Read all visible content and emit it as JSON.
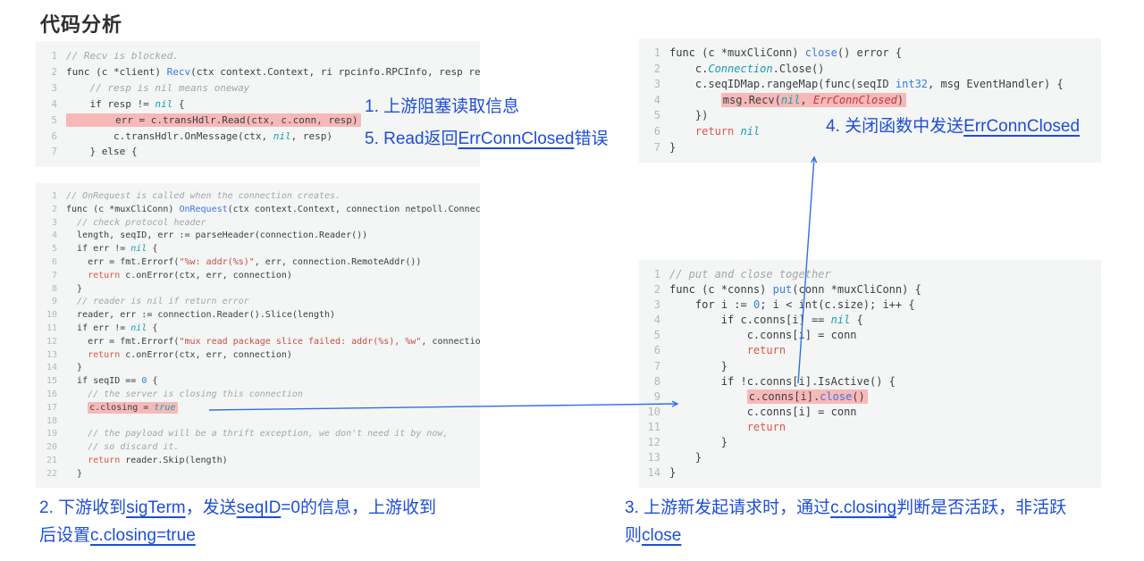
{
  "page": {
    "title": "代码分析"
  },
  "colors": {
    "annotation_blue": "#1d4ed8",
    "arrow_blue": "#2f6fe4",
    "code_background": "#f4f5f5",
    "highlight_pink": "#f7b9b7",
    "comment_gray": "#a3a6ab",
    "string_red": "#c25043",
    "number_blue": "#2f7fe8",
    "function_blue": "#3b78e7",
    "literal_teal": "#13a0b0",
    "error_token_red": "#c03546",
    "line_number_gray": "#b4b9be",
    "code_text": "#3a3f45"
  },
  "code_blocks": [
    {
      "name": "recv",
      "lines": [
        {
          "n": 1,
          "ind": 0,
          "hl": 0,
          "toks": [
            [
              "cmt",
              "// Recv is blocked."
            ]
          ]
        },
        {
          "n": 2,
          "ind": 0,
          "hl": 0,
          "toks": [
            [
              "kw",
              "func"
            ],
            [
              "txt",
              " (c *client) "
            ],
            [
              "fn",
              "Recv"
            ],
            [
              "txt",
              "(ctx context.Context, ri rpcinfo.RPCInfo, resp re"
            ]
          ]
        },
        {
          "n": 3,
          "ind": 4,
          "hl": 0,
          "toks": [
            [
              "cmt",
              "// resp is nil means oneway"
            ]
          ]
        },
        {
          "n": 4,
          "ind": 4,
          "hl": 0,
          "toks": [
            [
              "kw",
              "if"
            ],
            [
              "txt",
              " resp != "
            ],
            [
              "lit",
              "nil"
            ],
            [
              "txt",
              " {"
            ]
          ]
        },
        {
          "n": 5,
          "ind": 8,
          "hl": 2,
          "toks": [
            [
              "txt",
              "err = c.transHdlr.Read(ctx, c.conn, resp)"
            ]
          ]
        },
        {
          "n": 6,
          "ind": 8,
          "hl": 0,
          "toks": [
            [
              "txt",
              "c.transHdlr.OnMessage(ctx, "
            ],
            [
              "lit",
              "nil"
            ],
            [
              "txt",
              ", resp)"
            ]
          ]
        },
        {
          "n": 7,
          "ind": 4,
          "hl": 0,
          "toks": [
            [
              "txt",
              "} "
            ],
            [
              "kw",
              "else"
            ],
            [
              "txt",
              " {"
            ]
          ]
        }
      ]
    },
    {
      "name": "close",
      "lines": [
        {
          "n": 1,
          "ind": 0,
          "hl": 0,
          "toks": [
            [
              "kw",
              "func"
            ],
            [
              "txt",
              " (c *muxCliConn) "
            ],
            [
              "fn",
              "close"
            ],
            [
              "txt",
              "() error {"
            ]
          ]
        },
        {
          "n": 2,
          "ind": 4,
          "hl": 0,
          "toks": [
            [
              "txt",
              "c."
            ],
            [
              "lit",
              "Connection"
            ],
            [
              "txt",
              ".Close()"
            ]
          ]
        },
        {
          "n": 3,
          "ind": 4,
          "hl": 0,
          "toks": [
            [
              "txt",
              "c.seqIDMap.rangeMap("
            ],
            [
              "kw",
              "func"
            ],
            [
              "txt",
              "(seqID "
            ],
            [
              "num",
              "int32"
            ],
            [
              "txt",
              ", msg EventHandler) {"
            ]
          ]
        },
        {
          "n": 4,
          "ind": 8,
          "hl": 1,
          "toks": [
            [
              "txt",
              "msg.Recv("
            ],
            [
              "lit",
              "nil"
            ],
            [
              "txt",
              ", "
            ],
            [
              "err",
              "ErrConnClosed"
            ],
            [
              "txt",
              ")"
            ]
          ]
        },
        {
          "n": 5,
          "ind": 4,
          "hl": 0,
          "toks": [
            [
              "txt",
              "})"
            ]
          ]
        },
        {
          "n": 6,
          "ind": 4,
          "hl": 0,
          "toks": [
            [
              "ret",
              "return"
            ],
            [
              "txt",
              " "
            ],
            [
              "lit",
              "nil"
            ]
          ]
        },
        {
          "n": 7,
          "ind": 0,
          "hl": 0,
          "toks": [
            [
              "txt",
              "}"
            ]
          ]
        }
      ]
    },
    {
      "name": "onrequest",
      "lines": [
        {
          "n": 1,
          "ind": 0,
          "hl": 0,
          "toks": [
            [
              "cmt",
              "// OnRequest is called when the connection creates."
            ]
          ]
        },
        {
          "n": 2,
          "ind": 0,
          "hl": 0,
          "toks": [
            [
              "kw",
              "func"
            ],
            [
              "txt",
              " (c *muxCliConn) "
            ],
            [
              "fn",
              "OnRequest"
            ],
            [
              "txt",
              "(ctx context.Context, connection netpoll.Connect"
            ]
          ]
        },
        {
          "n": 3,
          "ind": 2,
          "hl": 0,
          "toks": [
            [
              "cmt",
              "// check protocol header"
            ]
          ]
        },
        {
          "n": 4,
          "ind": 2,
          "hl": 0,
          "toks": [
            [
              "txt",
              "length, seqID, err := parseHeader(connection.Reader())"
            ]
          ]
        },
        {
          "n": 5,
          "ind": 2,
          "hl": 0,
          "toks": [
            [
              "kw",
              "if"
            ],
            [
              "txt",
              " err != "
            ],
            [
              "lit",
              "nil"
            ],
            [
              "txt",
              " {"
            ]
          ]
        },
        {
          "n": 6,
          "ind": 4,
          "hl": 0,
          "toks": [
            [
              "txt",
              "err = fmt.Errorf("
            ],
            [
              "str",
              "\"%w: addr(%s)\""
            ],
            [
              "txt",
              ", err, connection.RemoteAddr())"
            ]
          ]
        },
        {
          "n": 7,
          "ind": 4,
          "hl": 0,
          "toks": [
            [
              "ret",
              "return"
            ],
            [
              "txt",
              " c.onError(ctx, err, connection)"
            ]
          ]
        },
        {
          "n": 8,
          "ind": 2,
          "hl": 0,
          "toks": [
            [
              "txt",
              "}"
            ]
          ]
        },
        {
          "n": 9,
          "ind": 2,
          "hl": 0,
          "toks": [
            [
              "cmt",
              "// reader is nil if return error"
            ]
          ]
        },
        {
          "n": 10,
          "ind": 2,
          "hl": 0,
          "toks": [
            [
              "txt",
              "reader, err := connection.Reader().Slice(length)"
            ]
          ]
        },
        {
          "n": 11,
          "ind": 2,
          "hl": 0,
          "toks": [
            [
              "kw",
              "if"
            ],
            [
              "txt",
              " err != "
            ],
            [
              "lit",
              "nil"
            ],
            [
              "txt",
              " {"
            ]
          ]
        },
        {
          "n": 12,
          "ind": 4,
          "hl": 0,
          "toks": [
            [
              "txt",
              "err = fmt.Errorf("
            ],
            [
              "str",
              "\"mux read package slice failed: addr(%s), %w\""
            ],
            [
              "txt",
              ", connectio"
            ]
          ]
        },
        {
          "n": 13,
          "ind": 4,
          "hl": 0,
          "toks": [
            [
              "ret",
              "return"
            ],
            [
              "txt",
              " c.onError(ctx, err, connection)"
            ]
          ]
        },
        {
          "n": 14,
          "ind": 2,
          "hl": 0,
          "toks": [
            [
              "txt",
              "}"
            ]
          ]
        },
        {
          "n": 15,
          "ind": 2,
          "hl": 0,
          "toks": [
            [
              "kw",
              "if"
            ],
            [
              "txt",
              " seqID == "
            ],
            [
              "num",
              "0"
            ],
            [
              "txt",
              " {"
            ]
          ]
        },
        {
          "n": 16,
          "ind": 4,
          "hl": 0,
          "toks": [
            [
              "cmt",
              "// the server is closing this connection"
            ]
          ]
        },
        {
          "n": 17,
          "ind": 4,
          "hl": 1,
          "toks": [
            [
              "txt",
              "c.closing = "
            ],
            [
              "lit",
              "true"
            ]
          ]
        },
        {
          "n": 18,
          "ind": 0,
          "hl": 0,
          "toks": []
        },
        {
          "n": 19,
          "ind": 4,
          "hl": 0,
          "toks": [
            [
              "cmt",
              "// the payload will be a thrift exception, we don't need it by now,"
            ]
          ]
        },
        {
          "n": 20,
          "ind": 4,
          "hl": 0,
          "toks": [
            [
              "cmt",
              "// so discard it."
            ]
          ]
        },
        {
          "n": 21,
          "ind": 4,
          "hl": 0,
          "toks": [
            [
              "ret",
              "return"
            ],
            [
              "txt",
              " reader.Skip(length)"
            ]
          ]
        },
        {
          "n": 22,
          "ind": 2,
          "hl": 0,
          "toks": [
            [
              "txt",
              "}"
            ]
          ]
        }
      ]
    },
    {
      "name": "put",
      "lines": [
        {
          "n": 1,
          "ind": 0,
          "hl": 0,
          "toks": [
            [
              "cmt",
              "// put and close together"
            ]
          ]
        },
        {
          "n": 2,
          "ind": 0,
          "hl": 0,
          "toks": [
            [
              "kw",
              "func"
            ],
            [
              "txt",
              " (c *conns) "
            ],
            [
              "fn",
              "put"
            ],
            [
              "txt",
              "(conn *muxCliConn) {"
            ]
          ]
        },
        {
          "n": 3,
          "ind": 4,
          "hl": 0,
          "toks": [
            [
              "kw",
              "for"
            ],
            [
              "txt",
              " i := "
            ],
            [
              "num",
              "0"
            ],
            [
              "txt",
              "; i < int(c.size); i++ {"
            ]
          ]
        },
        {
          "n": 4,
          "ind": 8,
          "hl": 0,
          "toks": [
            [
              "kw",
              "if"
            ],
            [
              "txt",
              " c.conns[i] == "
            ],
            [
              "lit",
              "nil"
            ],
            [
              "txt",
              " {"
            ]
          ]
        },
        {
          "n": 5,
          "ind": 12,
          "hl": 0,
          "toks": [
            [
              "txt",
              "c.conns[i] = conn"
            ]
          ]
        },
        {
          "n": 6,
          "ind": 12,
          "hl": 0,
          "toks": [
            [
              "ret",
              "return"
            ]
          ]
        },
        {
          "n": 7,
          "ind": 8,
          "hl": 0,
          "toks": [
            [
              "txt",
              "}"
            ]
          ]
        },
        {
          "n": 8,
          "ind": 8,
          "hl": 0,
          "toks": [
            [
              "kw",
              "if"
            ],
            [
              "txt",
              " !c.conns[i].IsActive() {"
            ]
          ]
        },
        {
          "n": 9,
          "ind": 12,
          "hl": 1,
          "toks": [
            [
              "txt",
              "c.conns[i]."
            ],
            [
              "fn",
              "close"
            ],
            [
              "txt",
              "()"
            ]
          ]
        },
        {
          "n": 10,
          "ind": 12,
          "hl": 0,
          "toks": [
            [
              "txt",
              "c.conns[i] = conn"
            ]
          ]
        },
        {
          "n": 11,
          "ind": 12,
          "hl": 0,
          "toks": [
            [
              "ret",
              "return"
            ]
          ]
        },
        {
          "n": 12,
          "ind": 8,
          "hl": 0,
          "toks": [
            [
              "txt",
              "}"
            ]
          ]
        },
        {
          "n": 13,
          "ind": 4,
          "hl": 0,
          "toks": [
            [
              "txt",
              "}"
            ]
          ]
        },
        {
          "n": 14,
          "ind": 0,
          "hl": 0,
          "toks": [
            [
              "txt",
              "}"
            ]
          ]
        }
      ]
    }
  ],
  "annotations": [
    {
      "id": "step-1",
      "segments": [
        {
          "t": "1. 上游阻塞读取信息"
        }
      ]
    },
    {
      "id": "step-5",
      "segments": [
        {
          "t": "5. Read返回"
        },
        {
          "t": "ErrConnClosed",
          "u": true
        },
        {
          "t": "错误"
        }
      ]
    },
    {
      "id": "step-4",
      "segments": [
        {
          "t": "4. 关闭函数中发送"
        },
        {
          "t": "ErrConnClosed",
          "u": true
        }
      ]
    },
    {
      "id": "step-2",
      "segments": [
        {
          "t": "2. 下游收到"
        },
        {
          "t": "sigTerm",
          "u": true
        },
        {
          "t": "，发送"
        },
        {
          "t": "seqID",
          "u": true
        },
        {
          "t": "=0的信息，上游收到后设置"
        },
        {
          "t": "c.closing=true",
          "u": true
        }
      ]
    },
    {
      "id": "step-3",
      "segments": [
        {
          "t": "3. 上游新发起请求时，通过"
        },
        {
          "t": "c.closing",
          "u": true
        },
        {
          "t": "判断是否活跃，非活跃则"
        },
        {
          "t": "close",
          "u": true
        }
      ]
    }
  ]
}
